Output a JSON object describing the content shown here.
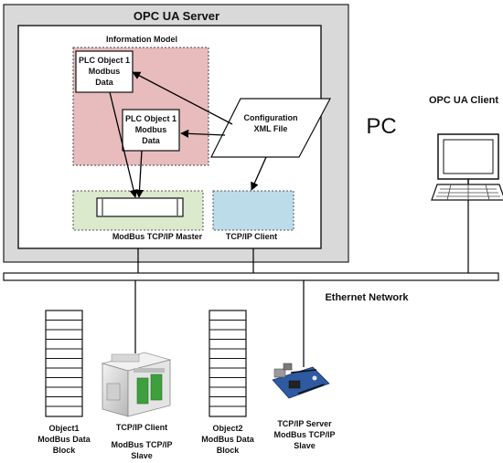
{
  "server": {
    "title": "OPC UA Server"
  },
  "info_model": {
    "title": "Information Model",
    "plc1": [
      "PLC Object 1",
      "Modbus",
      "Data"
    ],
    "plc2": [
      "PLC Object 1",
      "Modbus",
      "Data"
    ]
  },
  "config": [
    "Configuration",
    "XML File"
  ],
  "master_label": "ModBus TCP/IP Master",
  "tcp_client_label": "TCP/IP Client",
  "pc_label": "PC",
  "client_title": "OPC UA Client",
  "network_label": "Ethernet Network",
  "devices": [
    {
      "lines": [
        "Object1",
        "ModBus Data",
        "Block"
      ]
    },
    {
      "lines": [
        "TCP/IP Client",
        "",
        "ModBus TCP/IP",
        "Slave"
      ]
    },
    {
      "lines": [
        "Object2",
        "ModBus Data",
        "Block"
      ]
    },
    {
      "lines": [
        "TCP/IP Server",
        "ModBus TCP/IP",
        "Slave"
      ]
    }
  ],
  "colors": {
    "server_frame": "#d9d9d9",
    "info_model_fill": "#e8bcbc",
    "master_fill": "#dbe9cc",
    "tcp_client_fill": "#bcdcea",
    "line": "#000000"
  }
}
